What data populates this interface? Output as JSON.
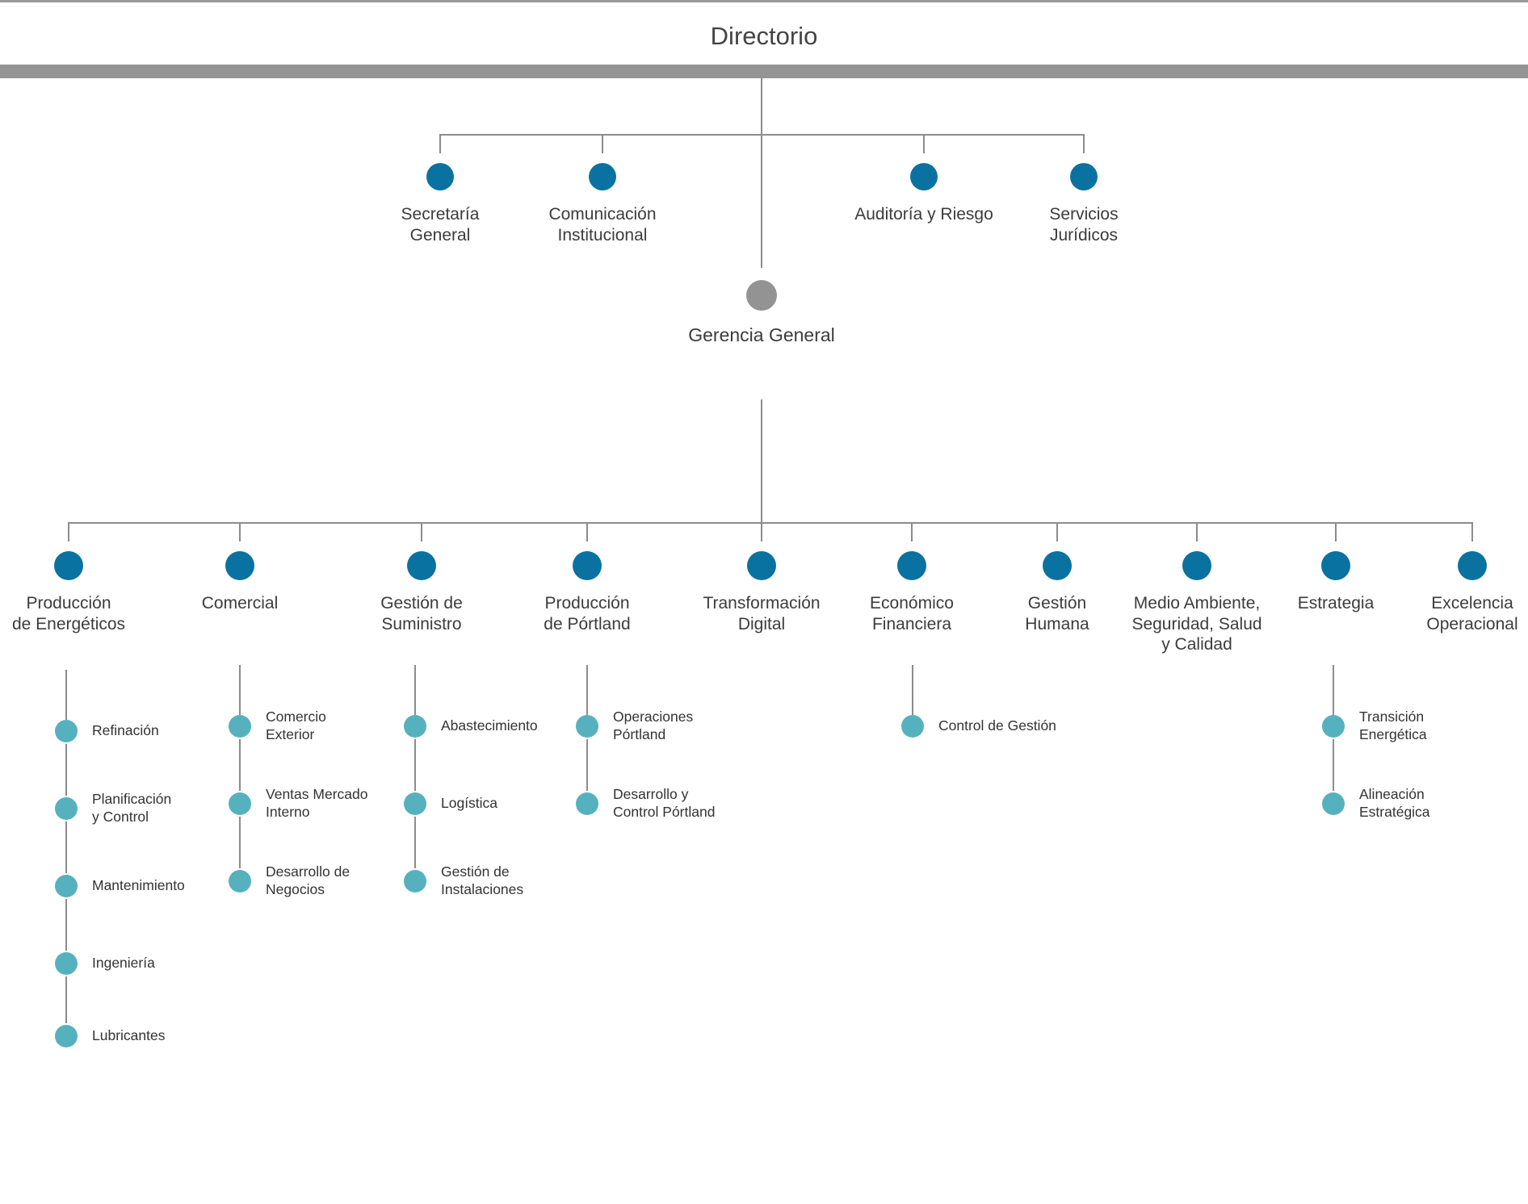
{
  "title": "Directorio",
  "colors": {
    "line": "#8c8c8c",
    "top_border": "#9a9a9a",
    "bar": "#949494",
    "node_primary": "#0a72a0",
    "node_secondary": "#56b1bf",
    "node_general": "#939393"
  },
  "advisory": [
    {
      "label": "Secretaría\nGeneral"
    },
    {
      "label": "Comunicación\nInstitucional"
    },
    {
      "label": "Auditoría y Riesgo"
    },
    {
      "label": "Servicios\nJurídicos"
    }
  ],
  "general": {
    "label": "Gerencia General"
  },
  "departments": [
    {
      "label": "Producción\nde Energéticos",
      "children": [
        "Refinación",
        "Planificación\ny Control",
        "Mantenimiento",
        "Ingeniería",
        "Lubricantes"
      ]
    },
    {
      "label": "Comercial",
      "children": [
        "Comercio\nExterior",
        "Ventas Mercado\nInterno",
        "Desarrollo de\nNegocios"
      ]
    },
    {
      "label": "Gestión de\nSuministro",
      "children": [
        "Abastecimiento",
        "Logística",
        "Gestión de\nInstalaciones"
      ]
    },
    {
      "label": "Producción\nde Pórtland",
      "children": [
        "Operaciones\nPórtland",
        "Desarrollo y\nControl Pórtland"
      ]
    },
    {
      "label": "Transformación\nDigital",
      "children": []
    },
    {
      "label": "Económico\nFinanciera",
      "children": [
        "Control de Gestión"
      ]
    },
    {
      "label": "Gestión\nHumana",
      "children": []
    },
    {
      "label": "Medio Ambiente,\nSeguridad, Salud\ny Calidad",
      "children": []
    },
    {
      "label": "Estrategia",
      "children": [
        "Transición\nEnergética",
        "Alineación\nEstratégica"
      ]
    },
    {
      "label": "Excelencia\nOperacional",
      "children": []
    }
  ]
}
